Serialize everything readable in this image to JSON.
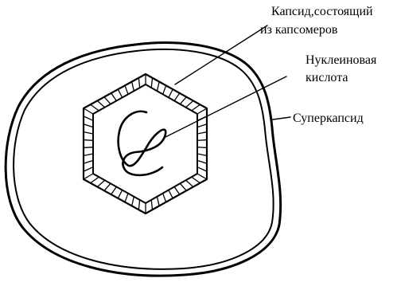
{
  "labels": {
    "capsid_line1": "Капсид,состоящий",
    "capsid_line2": "из капсомеров",
    "nucleic_line1": "Нуклеиновая",
    "nucleic_line2": "кислота",
    "supercapsid": "Суперкапсид"
  }
}
